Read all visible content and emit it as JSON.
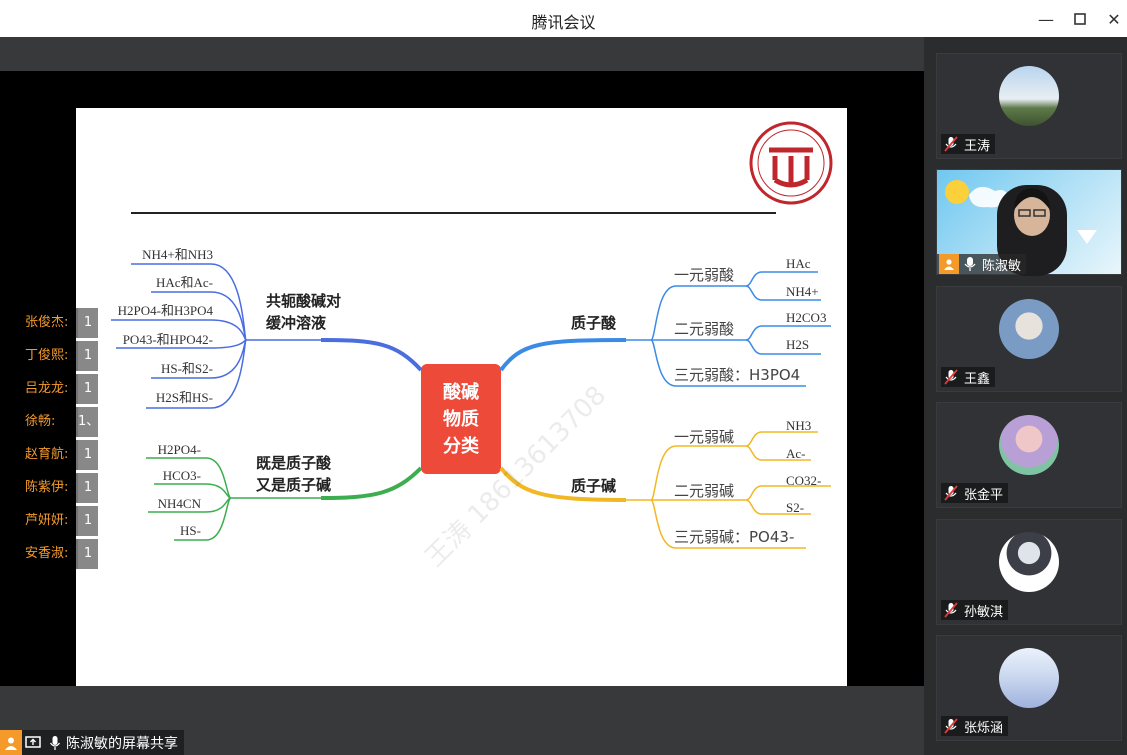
{
  "window": {
    "title": "腾讯会议"
  },
  "slide": {
    "center": [
      "酸碱",
      "物质",
      "分类"
    ],
    "watermark": "王涛 18613613708",
    "left_blue": {
      "title": [
        "共轭酸碱对",
        "缓冲溶液"
      ],
      "items": [
        "NH4+和NH3",
        "HAc和Ac-",
        "H2PO4-和H3PO4",
        "PO43-和HPO42-",
        "HS-和S2-",
        "H2S和HS-"
      ]
    },
    "left_green": {
      "title": [
        "既是质子酸",
        "又是质子碱"
      ],
      "items": [
        "H2PO4-",
        "HCO3-",
        "NH4CN",
        "HS-"
      ]
    },
    "right_blue": {
      "title": "质子酸",
      "groups": [
        {
          "label": "一元弱酸",
          "items": [
            "HAc",
            "NH4+"
          ]
        },
        {
          "label": "二元弱酸",
          "items": [
            "H2CO3",
            "H2S"
          ]
        },
        {
          "label": "三元弱酸：H3PO4",
          "items": []
        }
      ]
    },
    "right_yellow": {
      "title": "质子碱",
      "groups": [
        {
          "label": "一元弱碱",
          "items": [
            "NH3",
            "Ac-"
          ]
        },
        {
          "label": "二元弱碱",
          "items": [
            "CO32-",
            "S2-"
          ]
        },
        {
          "label": "三元弱碱：PO43-",
          "items": []
        }
      ]
    }
  },
  "chat": [
    {
      "name": "张俊杰:",
      "msg": "1"
    },
    {
      "name": "丁俊熙:",
      "msg": "1"
    },
    {
      "name": "吕龙龙:",
      "msg": "1"
    },
    {
      "name": "徐畅:",
      "msg": "1、"
    },
    {
      "name": "赵育航:",
      "msg": "1"
    },
    {
      "name": "陈紫伊:",
      "msg": "1"
    },
    {
      "name": "芦妍妍:",
      "msg": "1"
    },
    {
      "name": "安香淑:",
      "msg": "1"
    }
  ],
  "share": {
    "label": "陈淑敏的屏幕共享"
  },
  "participants": [
    {
      "name": "王涛",
      "muted": true
    },
    {
      "name": "陈淑敏",
      "muted": false,
      "host": true
    },
    {
      "name": "王鑫",
      "muted": true
    },
    {
      "name": "张金平",
      "muted": true
    },
    {
      "name": "孙敏淇",
      "muted": true
    },
    {
      "name": "张烁涵",
      "muted": true
    }
  ],
  "colors": {
    "accent": "#f39a2b",
    "center": "#ee4a3a",
    "blue": "#4a6de0",
    "green": "#3cae4f",
    "yellow": "#f2b824",
    "sky": "#3b8be6"
  }
}
